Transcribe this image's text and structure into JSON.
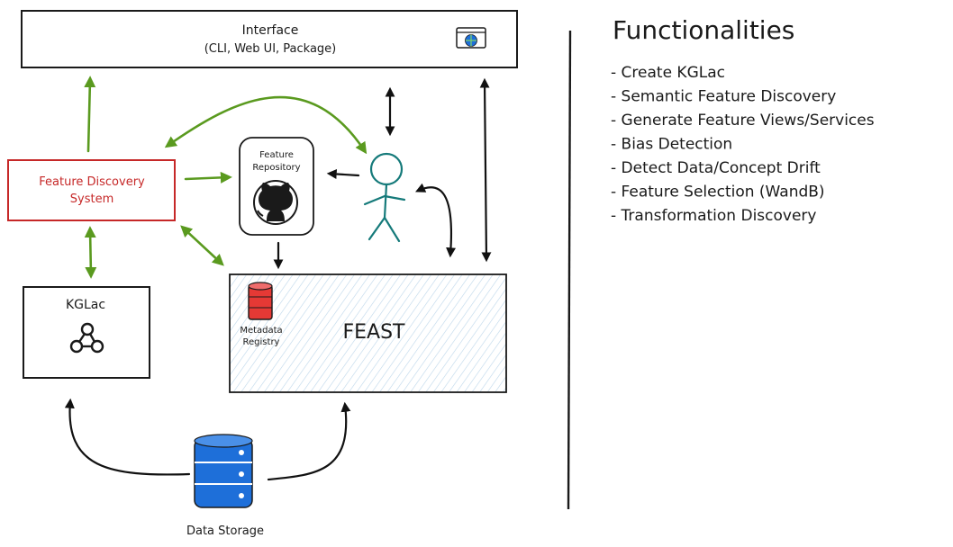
{
  "interface": {
    "title": "Interface",
    "subtitle": "(CLI, Web UI, Package)",
    "icon": "globe-window-icon"
  },
  "fds": {
    "line1": "Feature Discovery",
    "line2": "System",
    "color": "#c62828"
  },
  "repo": {
    "line1": "Feature",
    "line2": "Repository",
    "icon": "github-icon"
  },
  "user": {
    "icon": "stick-figure-icon",
    "color": "#157a7a"
  },
  "kglac": {
    "title": "KGLac",
    "icon": "graph-nodes-icon"
  },
  "feast": {
    "title": "FEAST",
    "registry_line1": "Metadata",
    "registry_line2": "Registry",
    "registry_icon": "database-icon",
    "registry_color": "#e53935",
    "hatch_color": "#bcd6ea"
  },
  "storage": {
    "label": "Data Storage",
    "icon": "database-icon",
    "color": "#1e6fd9"
  },
  "colors": {
    "green_arrow": "#5a9a1f",
    "black_arrow": "#111111"
  },
  "functionalities": {
    "title": "Functionalities",
    "items": [
      "- Create KGLac",
      "- Semantic Feature Discovery",
      "- Generate Feature Views/Services",
      "- Bias Detection",
      "- Detect Data/Concept Drift",
      "- Feature Selection (WandB)",
      "- Transformation Discovery"
    ]
  }
}
